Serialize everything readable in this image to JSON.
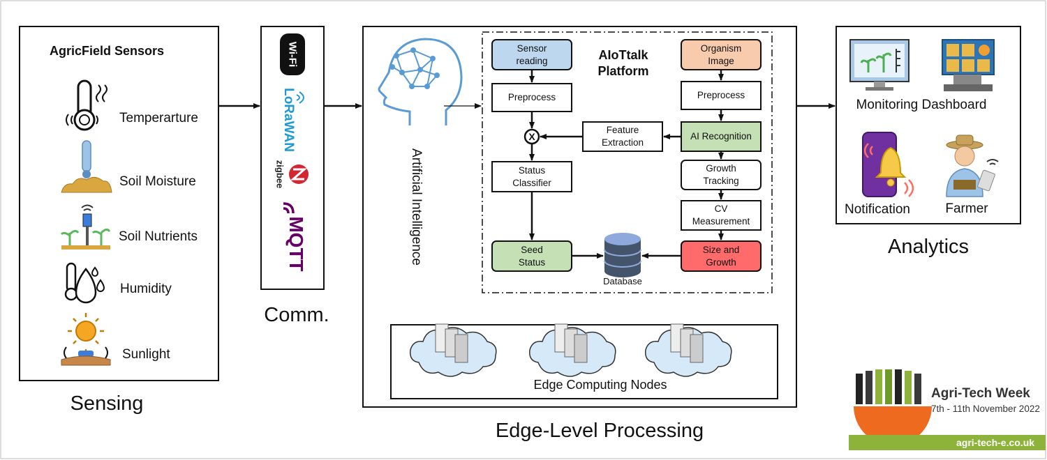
{
  "sensing": {
    "title": "AgricField Sensors",
    "sensors": [
      "Temperarture",
      "Soil Moisture",
      "Soil Nutrients",
      "Humidity",
      "Sunlight"
    ],
    "caption": "Sensing"
  },
  "comm": {
    "protocols": [
      "Wi-Fi",
      "LoRaWAN",
      "zigbee",
      "MQTT"
    ],
    "caption": "Comm."
  },
  "edge": {
    "ai_label": "Artificial Intelligence",
    "platform_title_1": "AIoTtalk",
    "platform_title_2": "Platform",
    "nodes": {
      "sensor_reading": [
        "Sensor",
        "reading"
      ],
      "preprocess_left": "Preprocess",
      "combine_symbol": "X",
      "status_classifier": [
        "Status",
        "Classifier"
      ],
      "seed_status": [
        "Seed",
        "Status"
      ],
      "database": "Database",
      "organism_image": [
        "Organism",
        "Image"
      ],
      "preprocess_right": "Preprocess",
      "ai_recognition": "AI Recognition",
      "feature_extraction": [
        "Feature",
        "Extraction"
      ],
      "growth_tracking": [
        "Growth",
        "Tracking"
      ],
      "cv_measurement": [
        "CV",
        "Measurement"
      ],
      "size_growth": [
        "Size and",
        "Growth"
      ]
    },
    "edge_nodes_label": "Edge Computing Nodes",
    "caption": "Edge-Level Processing"
  },
  "analytics": {
    "items": [
      "Monitoring Dashboard",
      "Notification",
      "Farmer"
    ],
    "caption": "Analytics"
  },
  "logo": {
    "name": "Agri-Tech Week",
    "dates": "7th - 11th November 2022",
    "url": "agri-tech-e.co.uk"
  },
  "colors": {
    "sensor_blue": "#bdd7ee",
    "organism_orange": "#f8cbad",
    "green": "#c5e0b4",
    "red": "#ff6b6b",
    "mqtt_purple": "#660066",
    "logo_orange": "#ee6a1e",
    "logo_green": "#8db33a"
  }
}
